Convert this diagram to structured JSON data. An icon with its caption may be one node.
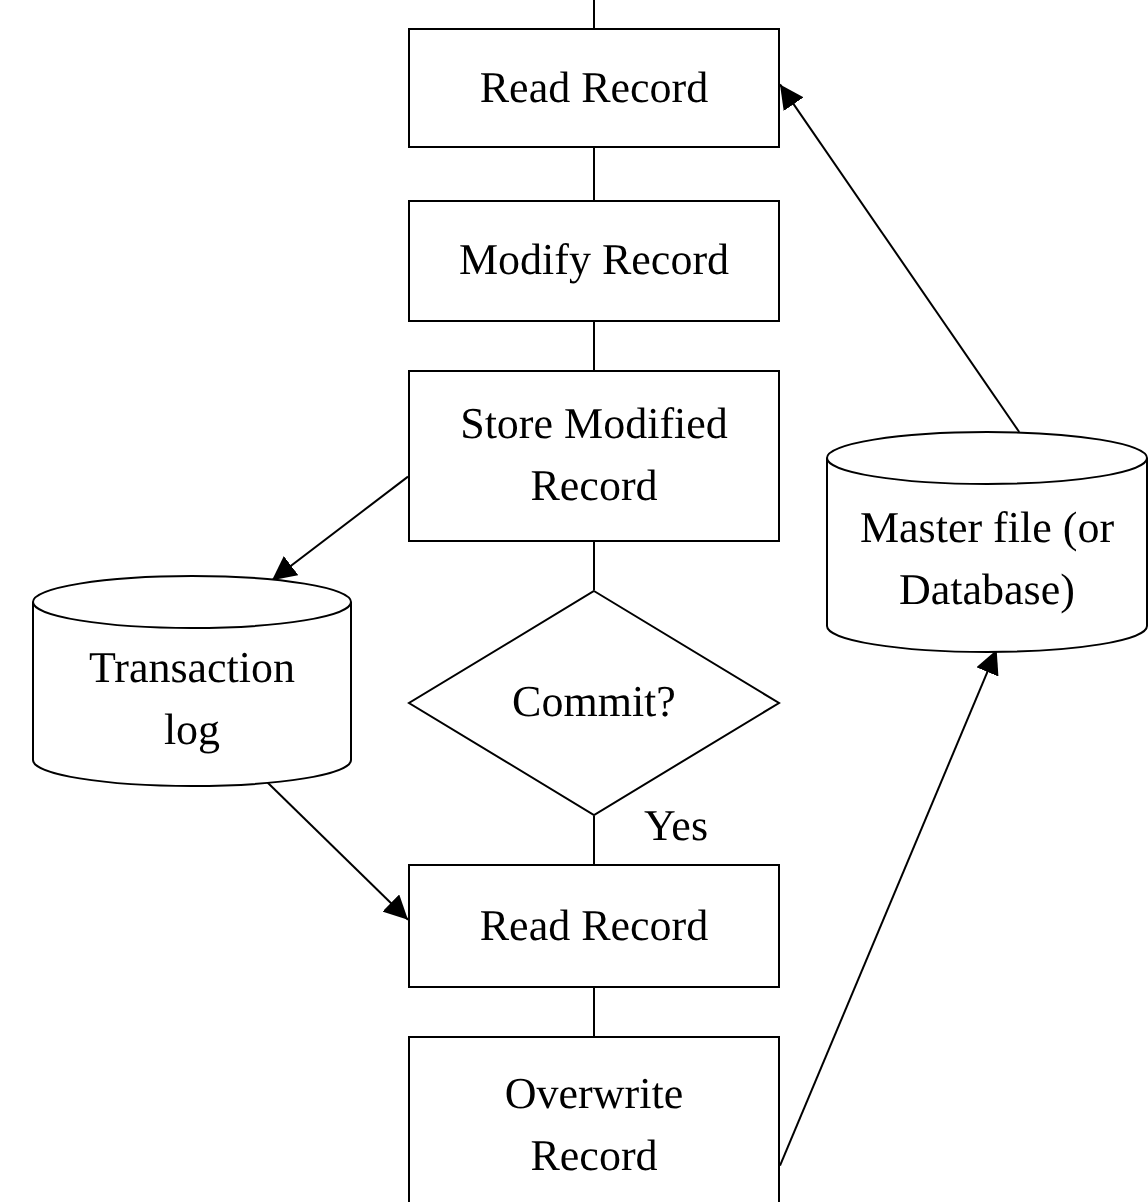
{
  "diagram": {
    "nodes": [
      {
        "text": [
          "Read Record"
        ]
      },
      {
        "text": [
          "Modify Record"
        ]
      },
      {
        "text": [
          "Store Modified Record"
        ]
      },
      {
        "text": [
          "Transaction log"
        ]
      },
      {
        "text": [
          "Commit?"
        ]
      },
      {
        "text": [
          "Master file (or Database)"
        ]
      },
      {
        "text": [
          "Read Record"
        ]
      },
      {
        "text": [
          "Overwrite Record"
        ]
      }
    ],
    "edges": [
      {
        "from": null,
        "to": 0,
        "arrow": "none"
      },
      {
        "from": 0,
        "to": 1,
        "arrow": "none"
      },
      {
        "from": 1,
        "to": 2,
        "arrow": "none"
      },
      {
        "from": 2,
        "to": 4,
        "arrow": "none"
      },
      {
        "from": 4,
        "to": 6,
        "arrow": "none",
        "label": "Yes"
      },
      {
        "from": 6,
        "to": 7,
        "arrow": "none"
      },
      {
        "from": 2,
        "to": 3,
        "arrow": "to"
      },
      {
        "from": 3,
        "to": 6,
        "arrow": "to"
      },
      {
        "from": 7,
        "to": 5,
        "arrow": "to"
      },
      {
        "from": 5,
        "to": 0,
        "arrow": "to"
      }
    ]
  }
}
